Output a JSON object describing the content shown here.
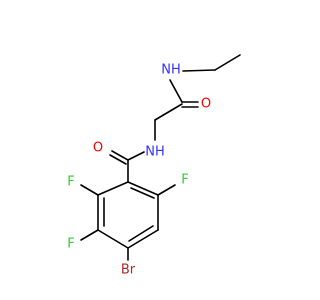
{
  "molecule": {
    "atoms": {
      "nh_top": {
        "label": "NH",
        "color": "#3333ff"
      },
      "o_top": {
        "label": "O",
        "color": "#ff0000"
      },
      "nh_mid": {
        "label": "NH",
        "color": "#3333ff"
      },
      "o_mid": {
        "label": "O",
        "color": "#ff0000"
      },
      "f_left": {
        "label": "F",
        "color": "#33cc33"
      },
      "f_right": {
        "label": "F",
        "color": "#33cc33"
      },
      "f_bottom": {
        "label": "F",
        "color": "#33cc33"
      },
      "br": {
        "label": "Br",
        "color": "#a52a2a"
      }
    }
  }
}
